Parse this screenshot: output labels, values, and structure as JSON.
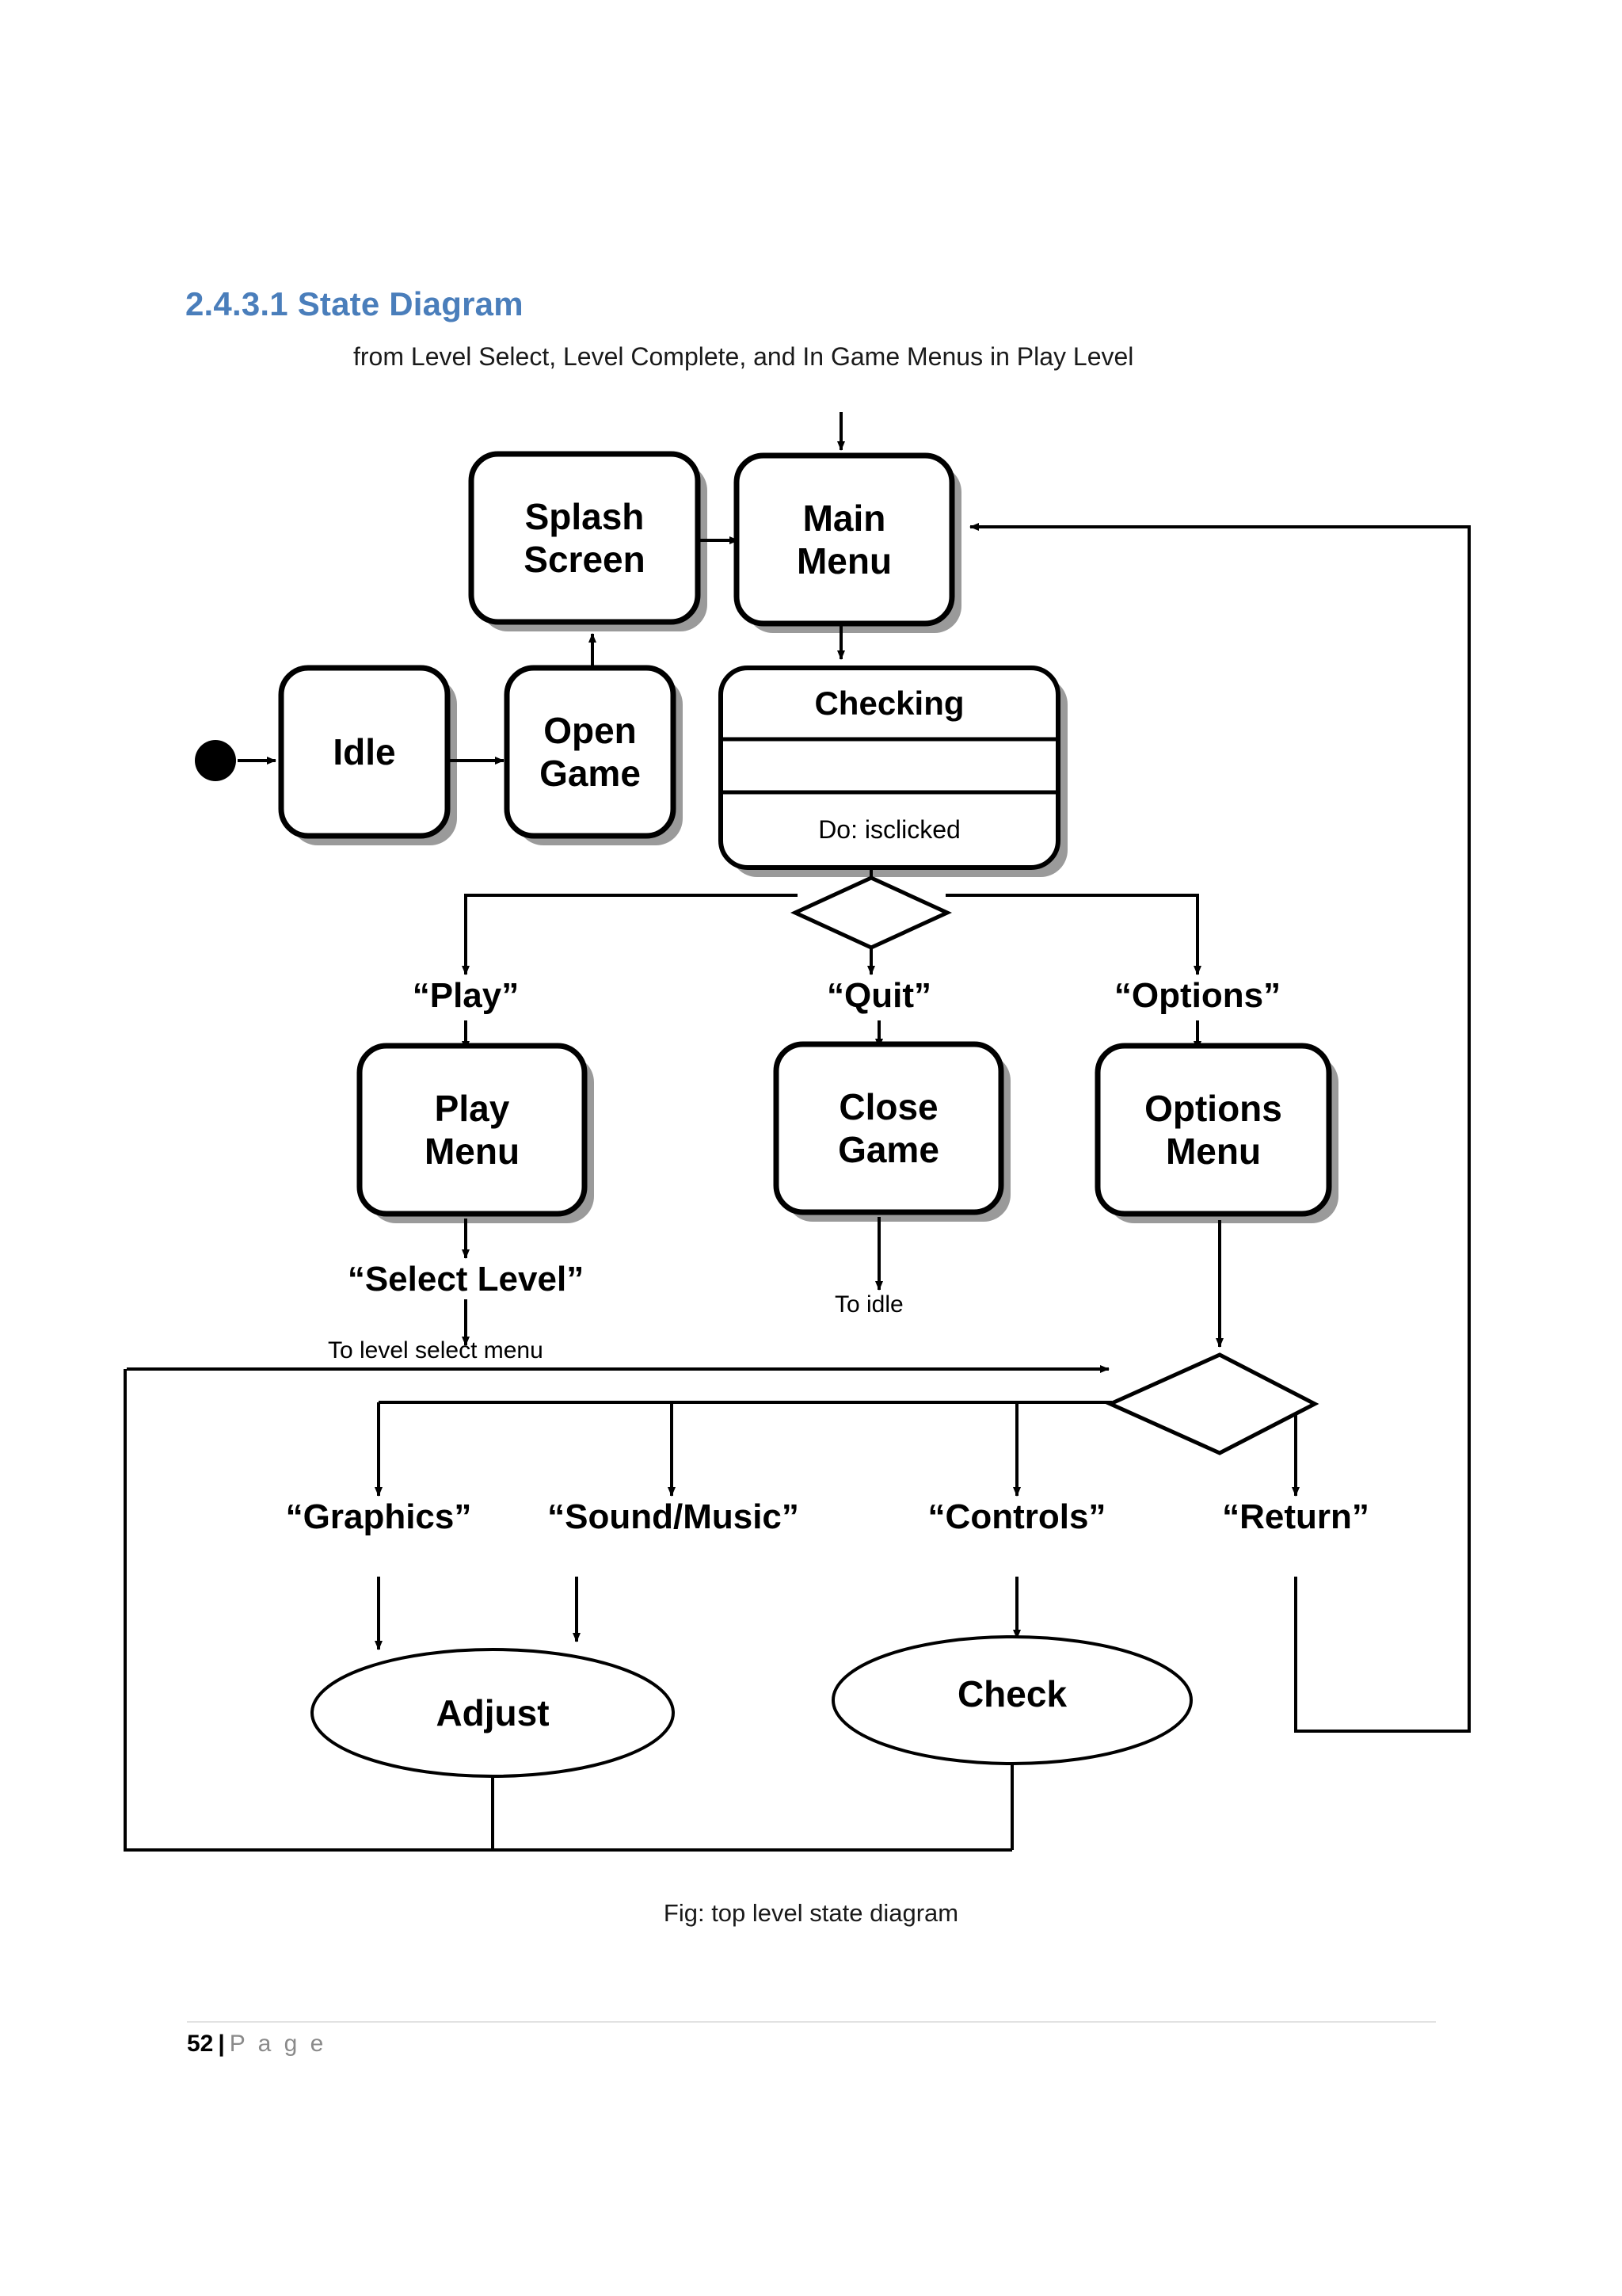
{
  "heading": {
    "number_title": "2.4.3.1 State Diagram",
    "subtitle": "from Level Select, Level Complete, and In Game Menus in Play Level"
  },
  "diagram": {
    "caption": "Fig: top level state diagram",
    "initial_state_icon": "filled-circle-icon",
    "states": [
      {
        "id": "idle",
        "label": "Idle"
      },
      {
        "id": "open-game",
        "label": "Open\nGame"
      },
      {
        "id": "splash",
        "label": "Splash\nScreen"
      },
      {
        "id": "main-menu",
        "label": "Main\nMenu"
      },
      {
        "id": "play-menu",
        "label": "Play\nMenu"
      },
      {
        "id": "close-game",
        "label": "Close\nGame"
      },
      {
        "id": "options-menu",
        "label": "Options\nMenu"
      }
    ],
    "composite_state": {
      "id": "checking",
      "title": "Checking",
      "middle": "",
      "activity": "Do: isclicked"
    },
    "activity_nodes": [
      {
        "id": "adjust",
        "label": "Adjust"
      },
      {
        "id": "check",
        "label": "Check"
      }
    ],
    "decisions": [
      {
        "id": "main-menu-decision",
        "icon": "diamond-icon"
      },
      {
        "id": "options-menu-decision",
        "icon": "diamond-icon"
      }
    ],
    "guards": [
      {
        "id": "play",
        "label": "“Play”"
      },
      {
        "id": "quit",
        "label": "“Quit”"
      },
      {
        "id": "options",
        "label": "“Options”"
      },
      {
        "id": "select-level",
        "label": "“Select Level”"
      },
      {
        "id": "graphics",
        "label": "“Graphics”"
      },
      {
        "id": "sound-music",
        "label": "“Sound/Music”"
      },
      {
        "id": "controls",
        "label": "“Controls”"
      },
      {
        "id": "return",
        "label": "“Return”"
      }
    ],
    "notes": [
      {
        "id": "to-idle",
        "label": "To idle"
      },
      {
        "id": "to-level-select",
        "label": "To level select menu"
      }
    ]
  },
  "footer": {
    "page_number": "52",
    "separator": "|",
    "page_word": "P a g e"
  },
  "colors": {
    "heading_blue": "#4a7ebb",
    "text_black": "#000000",
    "footer_gray": "#8a8a8a",
    "rule_gray": "#e2e2e2",
    "shadow_gray": "#9a9a9a",
    "page_background": "#ffffff"
  }
}
